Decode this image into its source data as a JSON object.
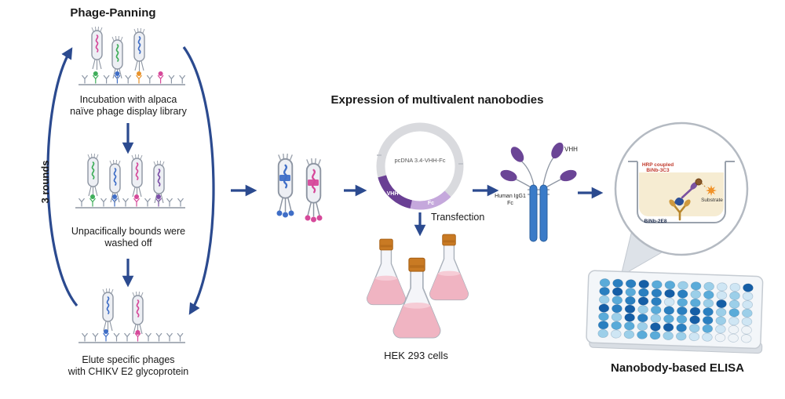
{
  "panning": {
    "title": "Phage-Panning",
    "rounds_label": "3 rounds",
    "steps": [
      {
        "line1": "Incubation with alpaca",
        "line2": "naïve phage display library"
      },
      {
        "line1": "Unpacifically bounds were",
        "line2": "washed off"
      },
      {
        "line1": "Elute specific phages",
        "line2": "with CHIKV E2 glycoprotein"
      }
    ]
  },
  "expression": {
    "title": "Expression of multivalent nanobodies",
    "plasmid_label": "pcDNA 3.4-VHH-Fc",
    "vhh_segment": "VHH",
    "fc_segment": "Fc",
    "transfection_label": "Transfection",
    "cells_label": "HEK 293 cells",
    "vhh_label": "VHH",
    "igg1_label": "Human IgG1 Fc"
  },
  "elisa": {
    "title": "Nanobody-based ELISA",
    "hrp_label": "HRP coupled BiNb-3C3",
    "capture_label": "BiNb-2E8",
    "substrate_label": "Substrate"
  },
  "colors": {
    "arrow": "#2b4a8f",
    "plasmid_ring": "#d9dade",
    "plasmid_vhh_segment": "#6a3f94",
    "plasmid_fc_segment": "#c5a8dc",
    "vhh_purple": "#6b4596",
    "fc_blue": "#3a7bc8",
    "flask_cap": "#c97a23",
    "flask_liquid": "#f0b4c2",
    "substrate_orange": "#f0932a",
    "dna_pink": "#d6499a",
    "dna_blue": "#3f6ec7",
    "dna_green": "#3fae5a",
    "dna_orange": "#e8922a",
    "dna_purple": "#7d4fa8"
  },
  "plate": {
    "palette": {
      "0": "#eef3f7",
      "1": "#cfe6f4",
      "2": "#9ccfe9",
      "3": "#5aabd9",
      "4": "#2a7fc0",
      "5": "#155ea6"
    },
    "wells": [
      "344533232115",
      "453445423121",
      "234541332521",
      "545234454232",
      "325423354211",
      "433255423100",
      "212332211000"
    ]
  }
}
